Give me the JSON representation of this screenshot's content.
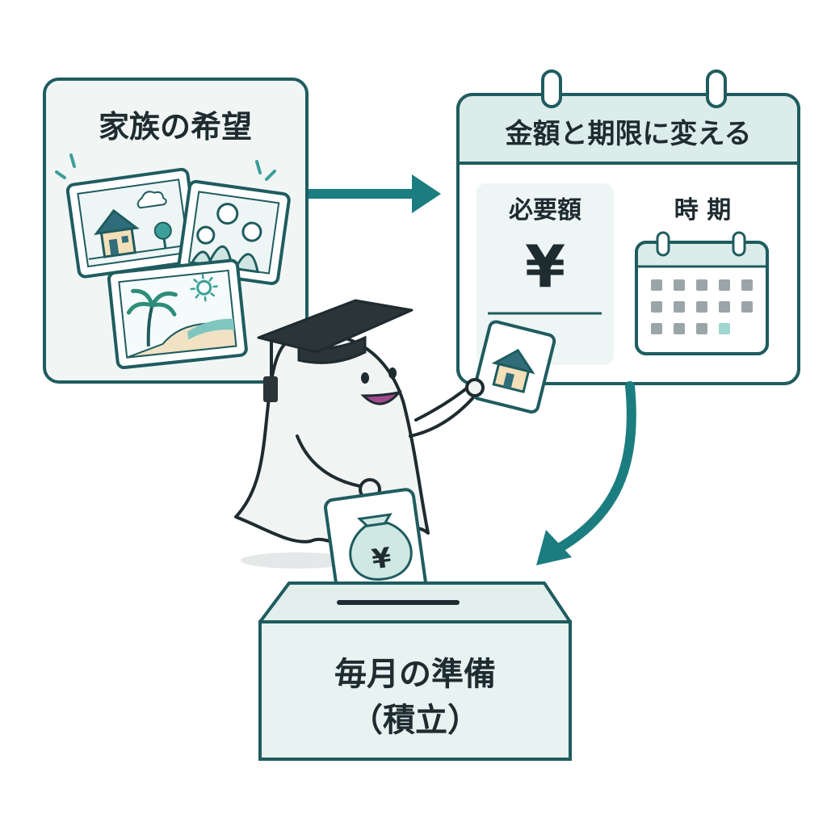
{
  "steps": {
    "family_wish": {
      "title": "家族の希望"
    },
    "convert": {
      "title": "金額と期限に変える",
      "amount_label": "必要額",
      "amount_symbol": "¥",
      "timing_label": "時 期"
    },
    "monthly": {
      "line1": "毎月の準備",
      "line2": "（積立）"
    }
  },
  "card_symbols": {
    "money_bag": "¥"
  },
  "icons": [
    "house-photo-icon",
    "family-photo-icon",
    "beach-photo-icon",
    "calendar-icon",
    "money-bag-icon",
    "graduation-cap-icon",
    "ghost-mascot-icon"
  ],
  "colors": {
    "stroke": "#1f5c5f",
    "panel_bg": "#f1f6f5",
    "header_bg": "#dcecea",
    "accent": "#1c7d80",
    "calendar_highlight": "#9fd6cf"
  }
}
